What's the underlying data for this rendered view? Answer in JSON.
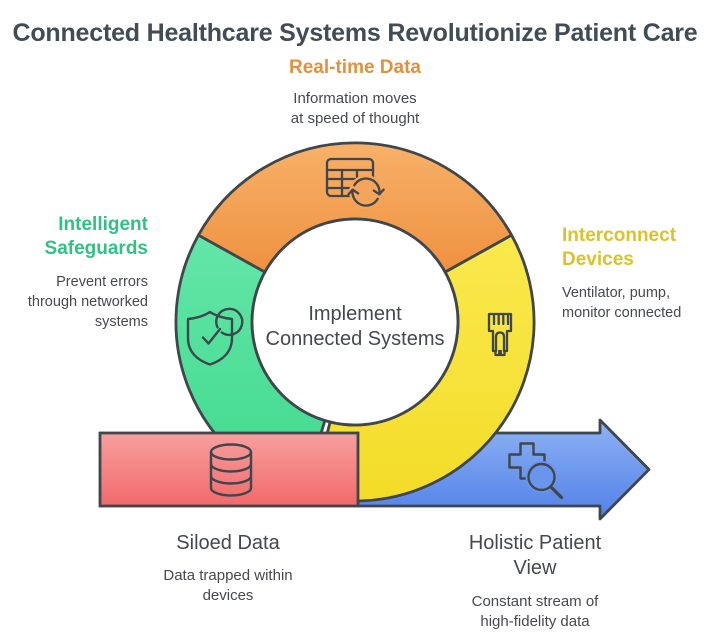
{
  "title": "Connected Healthcare Systems Revolutionize Patient Care",
  "diagram": {
    "center_label": "Implement\nConnected Systems",
    "real_time": {
      "heading": "Real-time Data",
      "description": "Information moves\nat speed of thought"
    },
    "intelligent_safeguards": {
      "heading": "Intelligent\nSafeguards",
      "description": "Prevent errors\nthrough networked\nsystems"
    },
    "interconnect_devices": {
      "heading": "Interconnect\nDevices",
      "description": "Ventilator, pump,\nmonitor connected"
    },
    "siloed_data": {
      "heading": "Siloed Data",
      "description": "Data trapped within\ndevices"
    },
    "holistic_view": {
      "heading": "Holistic Patient\nView",
      "description": "Constant stream of\nhigh-fidelity data"
    }
  },
  "icons": {
    "orange_segment": "table-sync-icon",
    "green_segment": "shield-check-icon",
    "yellow_segment": "ethernet-plug-icon",
    "red_band": "database-icon",
    "blue_arrow": "medical-search-icon"
  },
  "colors": {
    "title_text": "#414C55",
    "body_text": "#46494D",
    "outline": "#3F464C",
    "real_time_heading": "#E2913D",
    "safeguards_heading": "#31C185",
    "interconnect_heading": "#DCC22C",
    "orange_top": "#F8B168",
    "orange_bottom": "#EF9140",
    "green_top": "#63E6A8",
    "green_bottom": "#3FD98C",
    "yellow_top": "#FAE94E",
    "yellow_bottom": "#F3DC27",
    "red_top": "#F7A09E",
    "red_bottom": "#F2696B",
    "blue_top": "#8EB2F3",
    "blue_bottom": "#5181E8"
  }
}
